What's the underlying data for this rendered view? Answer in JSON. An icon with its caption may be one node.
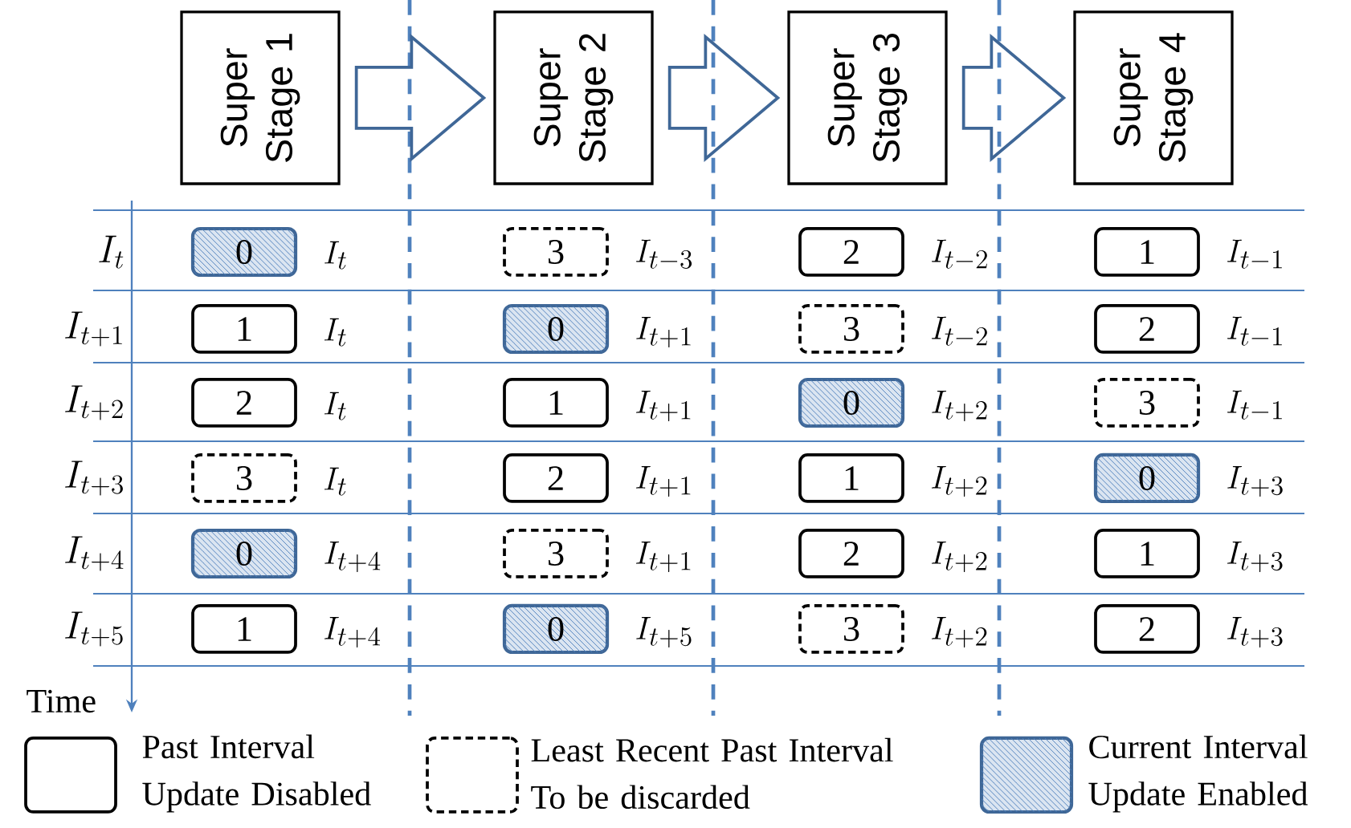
{
  "diagram": {
    "nodes": [
      {
        "text": [
          "Super Stage 1"
        ]
      },
      {
        "text": [
          "Super Stage 2"
        ]
      },
      {
        "text": [
          "Super Stage 3"
        ]
      },
      {
        "text": [
          "Super Stage 4"
        ]
      },
      {
        "text": [
          "0"
        ],
        "beside": [
          "I_{t}"
        ]
      },
      {
        "text": [
          "3"
        ],
        "beside": [
          "I_{t-3}"
        ]
      },
      {
        "text": [
          "2"
        ],
        "beside": [
          "I_{t-2}"
        ]
      },
      {
        "text": [
          "1"
        ],
        "beside": [
          "I_{t-1}"
        ]
      },
      {
        "text": [
          "1"
        ],
        "beside": [
          "I_{t}"
        ]
      },
      {
        "text": [
          "0"
        ],
        "beside": [
          "I_{t+1}"
        ]
      },
      {
        "text": [
          "3"
        ],
        "beside": [
          "I_{t-2}"
        ]
      },
      {
        "text": [
          "2"
        ],
        "beside": [
          "I_{t-1}"
        ]
      },
      {
        "text": [
          "2"
        ],
        "beside": [
          "I_{t}"
        ]
      },
      {
        "text": [
          "1"
        ],
        "beside": [
          "I_{t+1}"
        ]
      },
      {
        "text": [
          "0"
        ],
        "beside": [
          "I_{t+2}"
        ]
      },
      {
        "text": [
          "3"
        ],
        "beside": [
          "I_{t-1}"
        ]
      },
      {
        "text": [
          "3"
        ],
        "beside": [
          "I_{t}"
        ]
      },
      {
        "text": [
          "2"
        ],
        "beside": [
          "I_{t+1}"
        ]
      },
      {
        "text": [
          "1"
        ],
        "beside": [
          "I_{t+2}"
        ]
      },
      {
        "text": [
          "0"
        ],
        "beside": [
          "I_{t+3}"
        ]
      },
      {
        "text": [
          "0"
        ],
        "beside": [
          "I_{t+4}"
        ]
      },
      {
        "text": [
          "3"
        ],
        "beside": [
          "I_{t+1}"
        ]
      },
      {
        "text": [
          "2"
        ],
        "beside": [
          "I_{t+2}"
        ]
      },
      {
        "text": [
          "1"
        ],
        "beside": [
          "I_{t+3}"
        ]
      },
      {
        "text": [
          "1"
        ],
        "beside": [
          "I_{t+4}"
        ]
      },
      {
        "text": [
          "0"
        ],
        "beside": [
          "I_{t+5}"
        ]
      },
      {
        "text": [
          "3"
        ],
        "beside": [
          "I_{t+2}"
        ]
      },
      {
        "text": [
          "2"
        ],
        "beside": [
          "I_{t+3}"
        ]
      }
    ],
    "edges": [
      {
        "from": 0,
        "to": 1,
        "arrow": "to"
      },
      {
        "from": 1,
        "to": 2,
        "arrow": "to"
      },
      {
        "from": 2,
        "to": 3,
        "arrow": "to"
      }
    ],
    "labels": [
      "I_{t}",
      "I_{t+1}",
      "I_{t+2}",
      "I_{t+3}",
      "I_{t+4}",
      "I_{t+5}",
      "Time"
    ],
    "legend": [
      {
        "text": "Past Interval Update Disabled"
      },
      {
        "text": "Least Recent Past Interval To be discarded"
      },
      {
        "text": "Current Interval Update Enabled"
      }
    ]
  }
}
